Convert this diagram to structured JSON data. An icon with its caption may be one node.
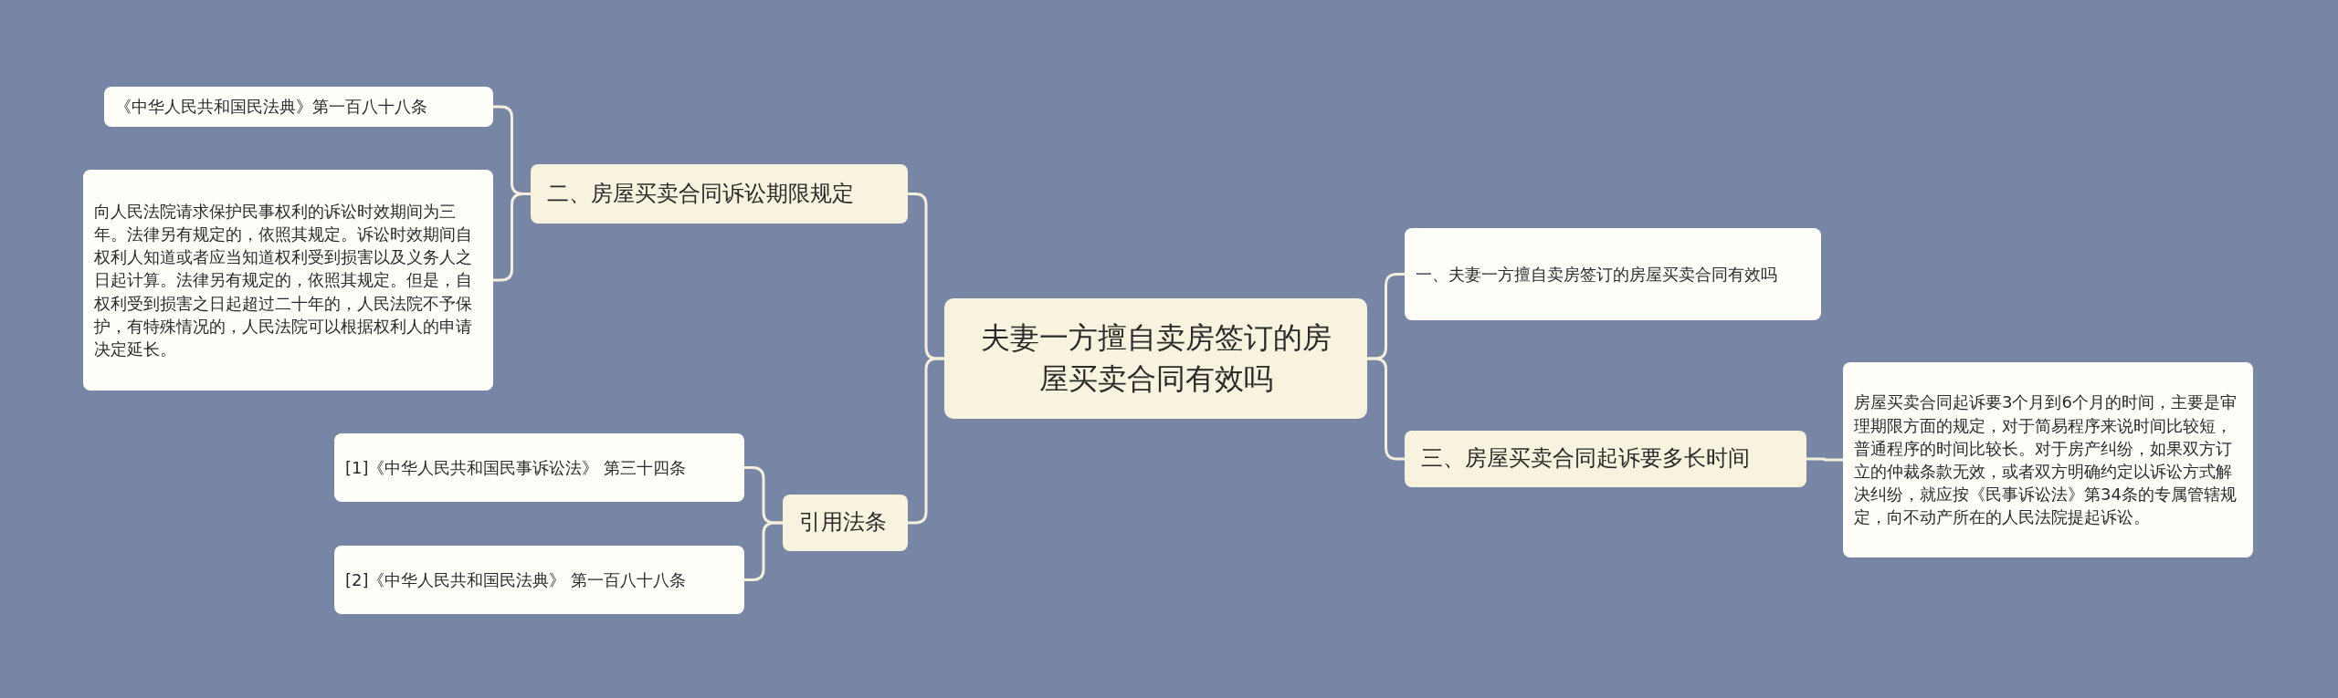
{
  "diagram": {
    "nodes": [
      {
        "text": [
          "夫妻一方擅自卖房签订的房屋买卖合同有效吗"
        ]
      },
      {
        "text": [
          "二、房屋买卖合同诉讼期限规定"
        ]
      },
      {
        "text": [
          "《中华人民共和国民法典》第一百八十八条"
        ]
      },
      {
        "text": [
          "向人民法院请求保护民事权利的诉讼时效期间为三年。法律另有规定的，依照其规定。诉讼时效期间自权利人知道或者应当知道权利受到损害以及义务人之日起计算。法律另有规定的，依照其规定。但是，自权利受到损害之日起超过二十年的，人民法院不予保护，有特殊情况的，人民法院可以根据权利人的申请决定延长。"
        ]
      },
      {
        "text": [
          "引用法条"
        ]
      },
      {
        "text": [
          "[1]《中华人民共和国民事诉讼法》 第三十四条"
        ]
      },
      {
        "text": [
          "[2]《中华人民共和国民法典》 第一百八十八条"
        ]
      },
      {
        "text": [
          "一、夫妻一方擅自卖房签订的房屋买卖合同有效吗"
        ]
      },
      {
        "text": [
          "三、房屋买卖合同起诉要多长时间"
        ]
      },
      {
        "text": [
          "房屋买卖合同起诉要3个月到6个月的时间，主要是审理期限方面的规定，对于简易程序来说时间比较短，普通程序的时间比较长。对于房产纠纷，如果双方订立的仲裁条款无效，或者双方明确约定以诉讼方式解决纠纷，就应按《民事诉讼法》第34条的专属管辖规定，向不动产所在的人民法院提起诉讼。"
        ]
      }
    ],
    "edges": [
      {
        "from": 0,
        "to": 1,
        "arrow": "none"
      },
      {
        "from": 1,
        "to": 2,
        "arrow": "none"
      },
      {
        "from": 1,
        "to": 3,
        "arrow": "none"
      },
      {
        "from": 0,
        "to": 4,
        "arrow": "none"
      },
      {
        "from": 4,
        "to": 5,
        "arrow": "none"
      },
      {
        "from": 4,
        "to": 6,
        "arrow": "none"
      },
      {
        "from": 0,
        "to": 7,
        "arrow": "none"
      },
      {
        "from": 0,
        "to": 8,
        "arrow": "none"
      },
      {
        "from": 8,
        "to": 9,
        "arrow": "none"
      }
    ]
  }
}
